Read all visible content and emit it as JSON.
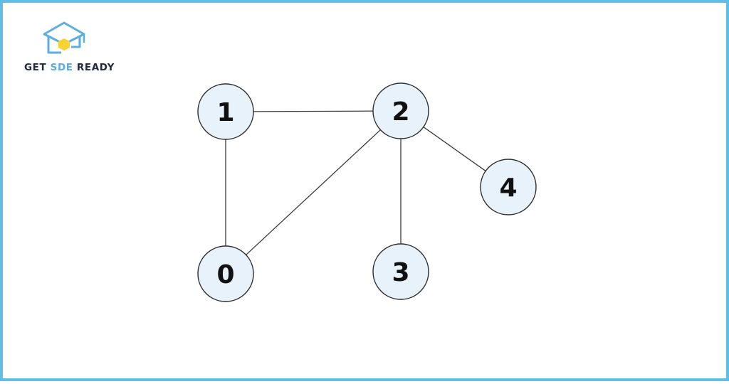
{
  "brand": {
    "word1": "GET",
    "word2": "SDE",
    "word3": "READY",
    "colors": {
      "primary": "#5aaee0",
      "dark": "#1f2a44",
      "accent": "#f7d332"
    },
    "icon": "house-graduation-cap-icon"
  },
  "graph": {
    "nodes": [
      {
        "id": "0",
        "label": "0"
      },
      {
        "id": "1",
        "label": "1"
      },
      {
        "id": "2",
        "label": "2"
      },
      {
        "id": "3",
        "label": "3"
      },
      {
        "id": "4",
        "label": "4"
      }
    ],
    "edges": [
      {
        "from": "1",
        "to": "2"
      },
      {
        "from": "1",
        "to": "0"
      },
      {
        "from": "2",
        "to": "0"
      },
      {
        "from": "2",
        "to": "3"
      },
      {
        "from": "2",
        "to": "4"
      }
    ],
    "colors": {
      "node_fill": "#e8f2fb",
      "node_stroke": "#2b2b2b",
      "edge": "#3a3a3a",
      "border": "#5fbfe6"
    }
  }
}
